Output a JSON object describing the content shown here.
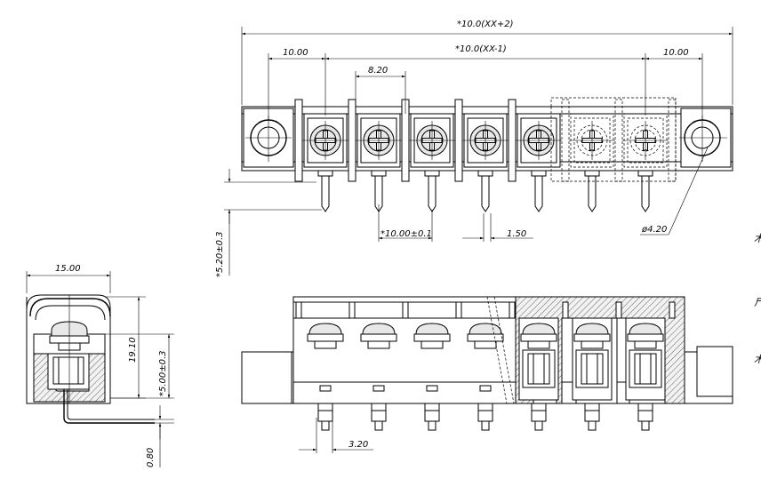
{
  "dimensions": {
    "overall_length": "*10.0(XX+2)",
    "pitch_span": "*10.0(XX-1)",
    "end_left": "10.00",
    "end_right": "10.00",
    "screw_width": "8.20",
    "pin_pitch": "*10.00±0.1",
    "pin_width": "1.50",
    "hole_diameter": "ø4.20",
    "pin_offset": "*5.20±0.3",
    "side_width": "15.00",
    "side_height": "19.10",
    "pin_length": "*5.00±0.3",
    "pin_thickness": "0.80",
    "pin_depth": "3.20"
  },
  "cut_marks": [
    "木",
    "尸",
    "木"
  ],
  "positions_count": 7,
  "colors": {
    "line": "#000000",
    "background": "#ffffff",
    "body_fill": "#e8e8e8"
  }
}
